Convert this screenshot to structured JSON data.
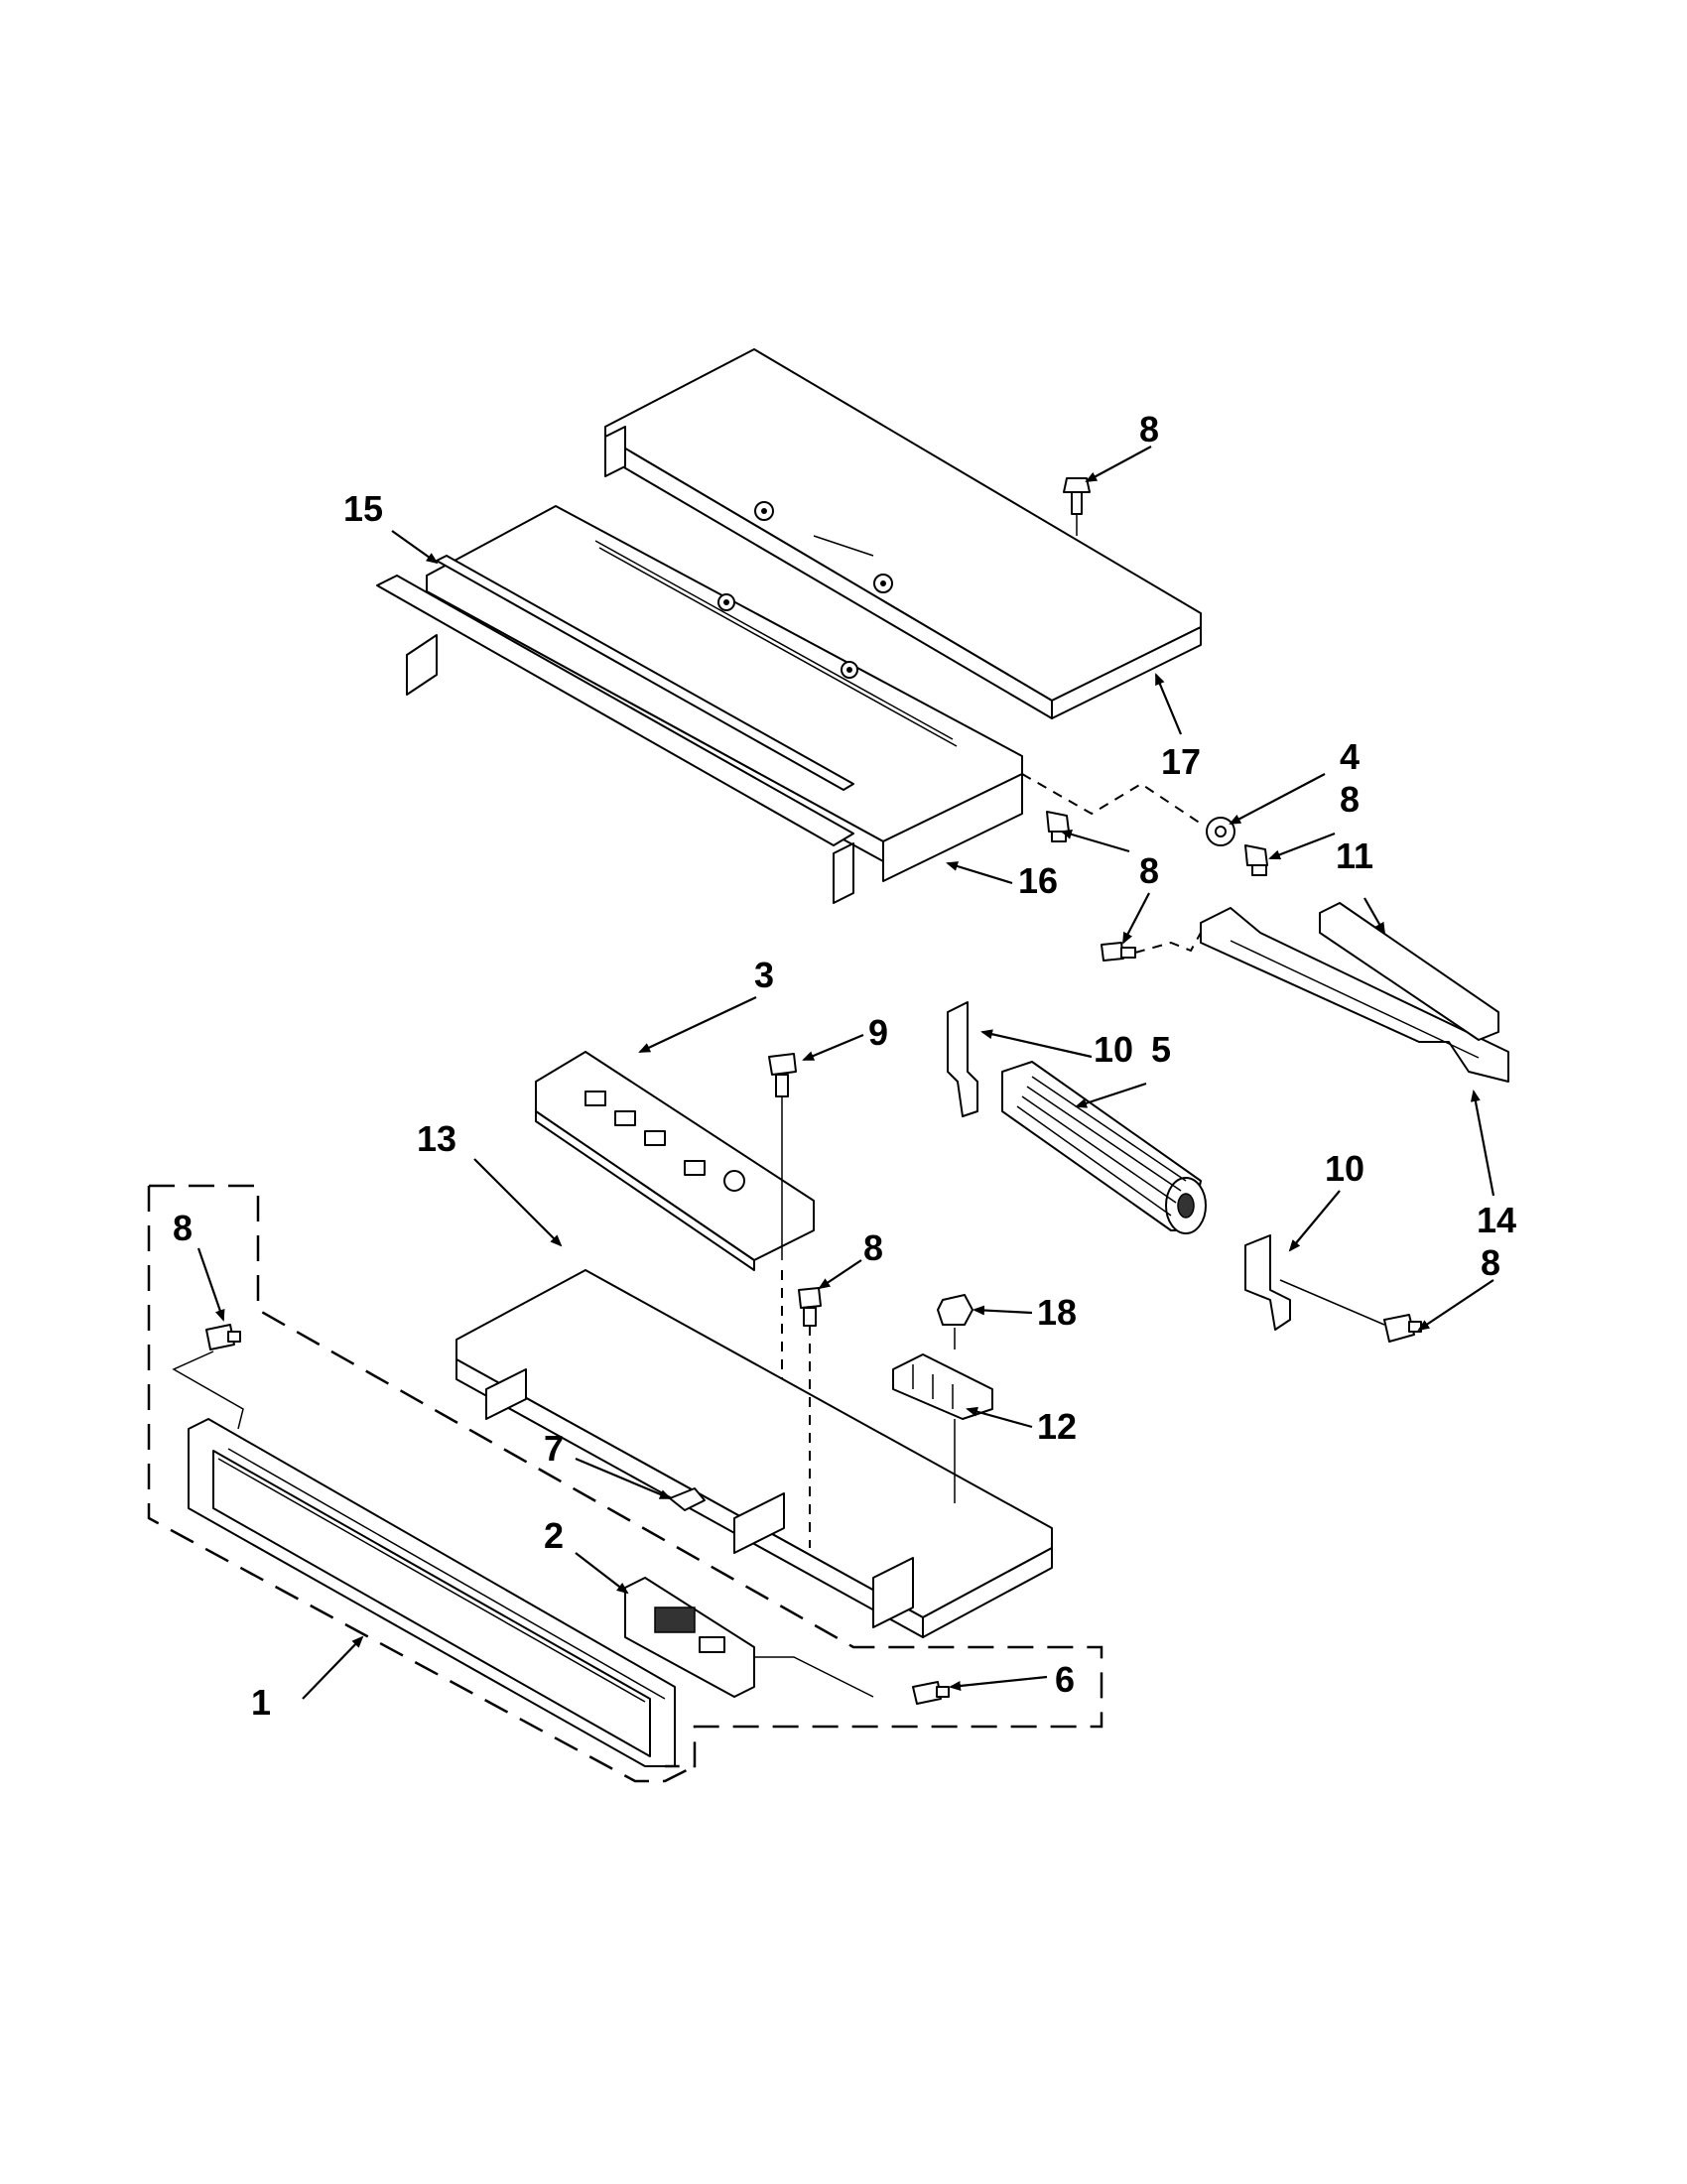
{
  "diagram": {
    "callouts": [
      {
        "id": "c1",
        "text": "1"
      },
      {
        "id": "c2",
        "text": "2"
      },
      {
        "id": "c3",
        "text": "3"
      },
      {
        "id": "c4",
        "text": "4"
      },
      {
        "id": "c5",
        "text": "5"
      },
      {
        "id": "c6",
        "text": "6"
      },
      {
        "id": "c7",
        "text": "7"
      },
      {
        "id": "c8a",
        "text": "8"
      },
      {
        "id": "c8b",
        "text": "8"
      },
      {
        "id": "c8c",
        "text": "8"
      },
      {
        "id": "c8d",
        "text": "8"
      },
      {
        "id": "c8e",
        "text": "8"
      },
      {
        "id": "c8f",
        "text": "8"
      },
      {
        "id": "c9",
        "text": "9"
      },
      {
        "id": "c10a",
        "text": "10"
      },
      {
        "id": "c10b",
        "text": "10"
      },
      {
        "id": "c11",
        "text": "11"
      },
      {
        "id": "c12",
        "text": "12"
      },
      {
        "id": "c13",
        "text": "13"
      },
      {
        "id": "c14",
        "text": "14"
      },
      {
        "id": "c15",
        "text": "15"
      },
      {
        "id": "c16",
        "text": "16"
      },
      {
        "id": "c17",
        "text": "17"
      },
      {
        "id": "c18",
        "text": "18"
      }
    ]
  }
}
